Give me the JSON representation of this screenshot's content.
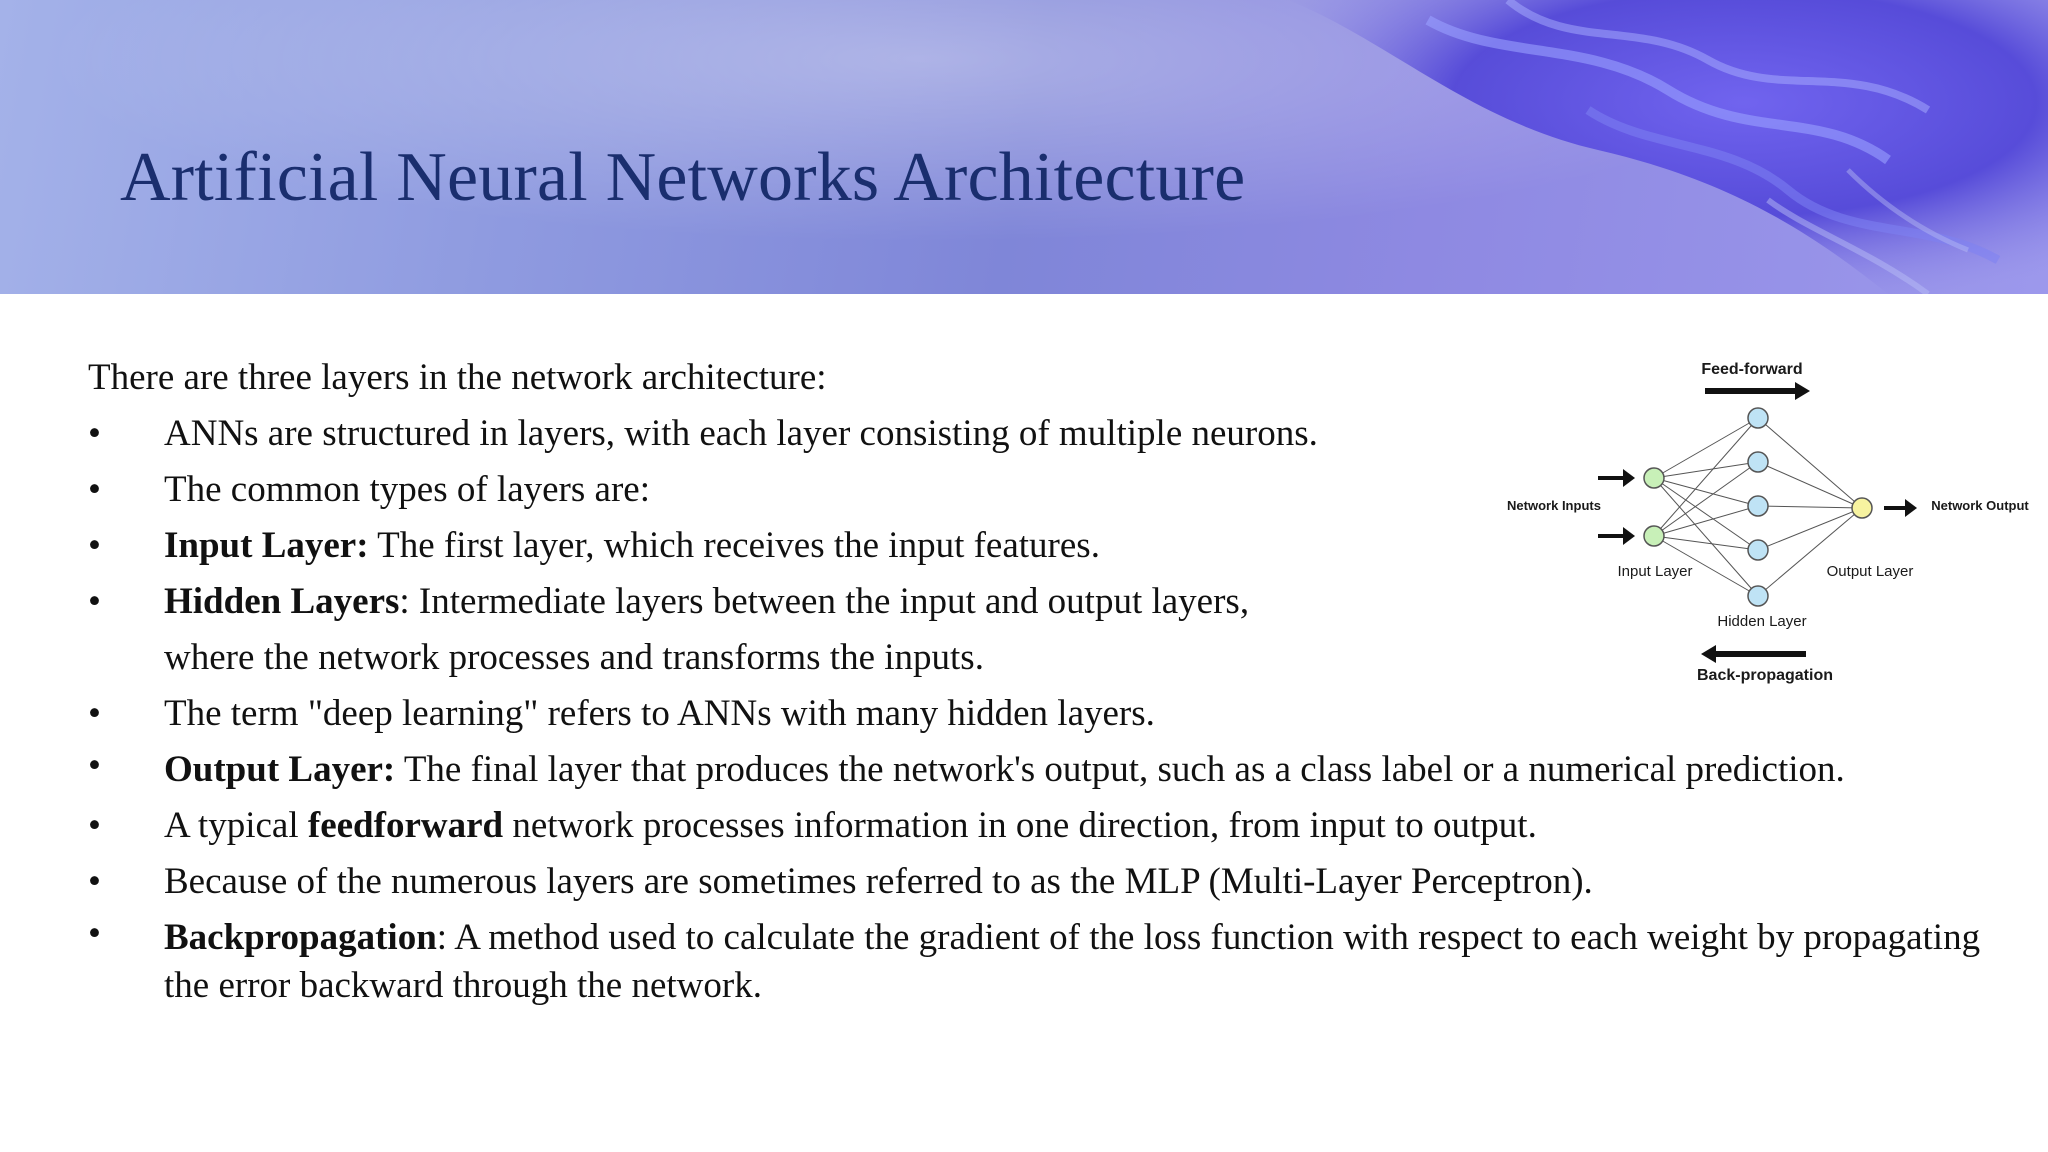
{
  "slide": {
    "title": "Artificial Neural Networks Architecture",
    "intro": "There are three layers in the network architecture:",
    "bullets": [
      {
        "bold": "",
        "text": "ANNs are structured in layers, with each layer consisting of multiple neurons."
      },
      {
        "bold": "",
        "text": "The common types of layers are:"
      },
      {
        "bold": "Input Layer:",
        "text": " The first layer, which receives the input features."
      },
      {
        "bold": "Hidden Layers",
        "text": ": Intermediate layers between the input and output layers,",
        "continuation": "where the network processes and transforms the inputs."
      },
      {
        "bold": "",
        "text": "The term \"deep learning\" refers to ANNs with many hidden layers."
      },
      {
        "bold": "Output Layer:",
        "text": " The final layer that produces the network's output, such as a class label or a numerical prediction."
      },
      {
        "pre": "A typical ",
        "bold": "feedforward",
        "text": " network processes information in one direction, from input to output."
      },
      {
        "bold": "",
        "text": "Because of the numerous layers are sometimes referred to as the MLP (Multi-Layer Perceptron)."
      },
      {
        "bold": "Backpropagation",
        "text": ": A method used to calculate the gradient of the loss function with respect to each weight by propagating the error backward through the network."
      }
    ],
    "bullet_symbol": "•"
  },
  "diagram": {
    "feed_forward": "Feed-forward",
    "back_propagation": "Back-propagation",
    "network_inputs": "Network Inputs",
    "network_output": "Network Output",
    "input_layer": "Input Layer",
    "hidden_layer": "Hidden Layer",
    "output_layer": "Output Layer",
    "colors": {
      "input_node": "#c8f0b8",
      "hidden_node": "#bfe3f5",
      "output_node": "#f7f3a0"
    }
  },
  "colors": {
    "title": "#1a2e6e",
    "header_bg": "#8f9be0"
  }
}
